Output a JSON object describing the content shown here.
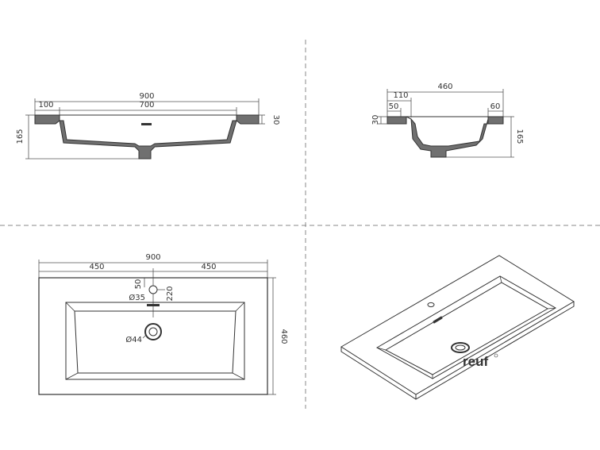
{
  "front_view": {
    "width_total": "900",
    "left_ledge": "100",
    "basin_width": "700",
    "ledge_height": "30",
    "height_total": "165"
  },
  "side_view": {
    "depth_total": "460",
    "back_ledge": "110",
    "back_lip": "50",
    "front_ledge": "60",
    "ledge_height": "30",
    "height_total": "165"
  },
  "top_view": {
    "width_total": "900",
    "left_half": "450",
    "right_half": "450",
    "tap_hole_offset": "50",
    "tap_hole_diameter": "Ø35",
    "drain_offset": "220",
    "drain_diameter": "Ø44",
    "depth_total": "460"
  },
  "perspective_view": {
    "brand": "reuf"
  },
  "colors": {
    "line": "#333333",
    "dim_line": "#555555",
    "section_fill": "#707070",
    "divider": "#8a8a8a"
  }
}
